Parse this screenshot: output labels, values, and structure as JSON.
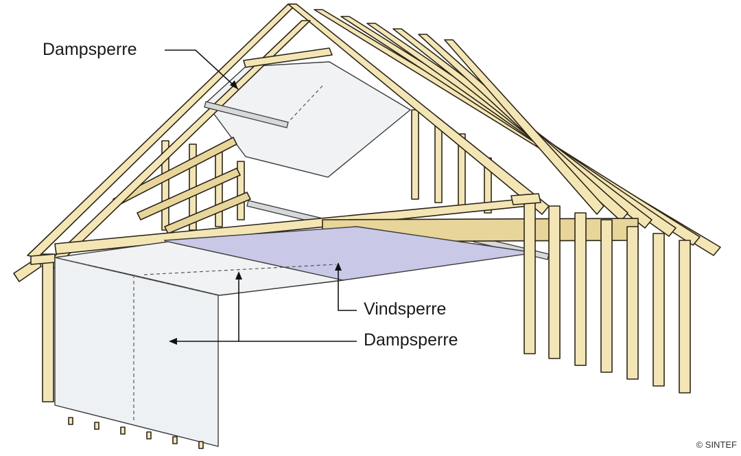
{
  "labels": {
    "top_left": "Dampsperre",
    "middle_right": "Vindsperre",
    "lower_right": "Dampsperre"
  },
  "copyright": "© SINTEF",
  "colors": {
    "timber": "#f4e6b4",
    "vapour_barrier": "#f0f2f4",
    "wind_barrier": "#c9c8e6",
    "outline": "#2a2418"
  }
}
